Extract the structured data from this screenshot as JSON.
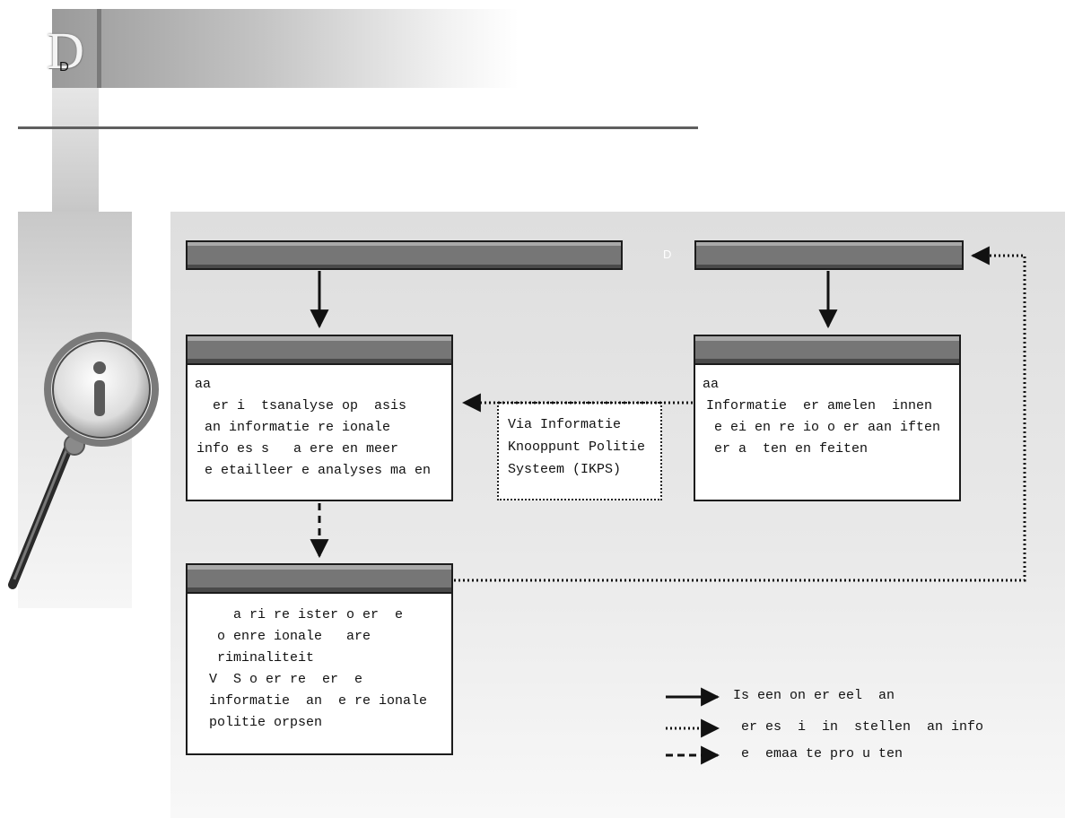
{
  "header": {
    "big_letter": "D",
    "small_letter": "D"
  },
  "top_bar_label": "D",
  "boxes": {
    "left": {
      "lines": [
        "aa",
        "  er i  tsanalyse op  asis",
        " an informatie re ionale",
        "info es s   a ere en meer",
        " e etailleer e analyses ma en"
      ]
    },
    "right": {
      "lines": [
        "aa",
        "Informatie  er amelen  innen",
        " e ei en re io o er aan iften",
        " er a  ten en feiten"
      ]
    },
    "bottom": {
      "lines": [
        "   a ri re ister o er  e",
        " o enre ionale   are",
        " riminaliteit",
        "V  S o er re  er  e",
        "informatie  an  e re ionale",
        "politie orpsen"
      ]
    }
  },
  "via": {
    "lines": [
      "Via Informatie",
      "Knooppunt Politie",
      "Systeem (IKPS)"
    ]
  },
  "legend": {
    "items": [
      {
        "style": "solid",
        "label": "Is een on er eel  an"
      },
      {
        "style": "dotted",
        "label": " er es  i  in  stellen  an info"
      },
      {
        "style": "dashed",
        "label": " e  emaa te pro u ten"
      }
    ]
  }
}
